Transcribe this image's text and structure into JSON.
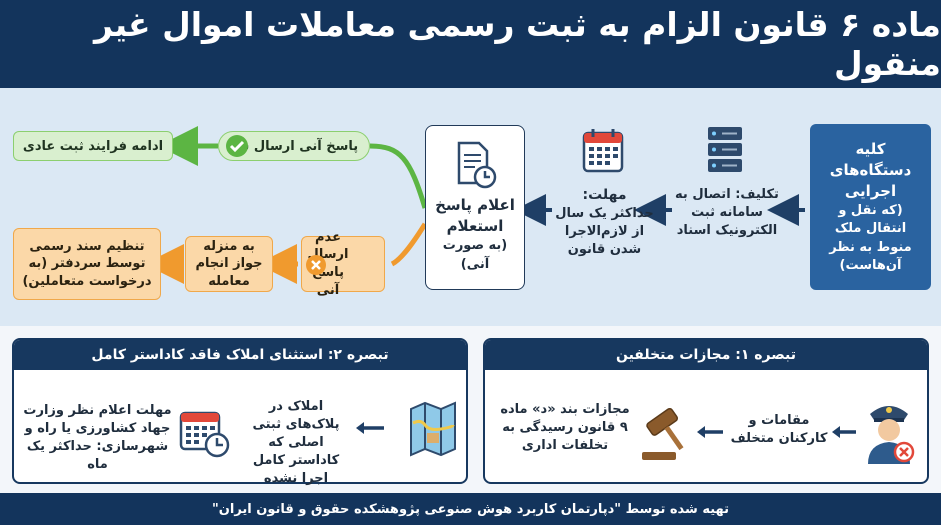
{
  "header": {
    "title": "ماده ۶ قانون الزام به ثبت رسمی معاملات اموال غیر منقول"
  },
  "flow": {
    "agencies": {
      "title": "کلیه دستگاه‌های اجرایی",
      "subtitle": "(که نقل و انتقال ملک منوط به نظر آن‌هاست)"
    },
    "obligation": {
      "label": "تکلیف:",
      "text": "اتصال به سامانه ثبت الکترونیک اسناد"
    },
    "deadline": {
      "label": "مهلت:",
      "text": "حداکثر یک سال از لازم‌الاجرا شدن قانون"
    },
    "inquiry": {
      "title": "اعلام پاسخ استعلام",
      "subtitle": "(به صورت آنی)"
    },
    "instant_reply": "پاسخ آنی ارسال شد",
    "continue_registration": "ادامه فرایند ثبت عادی",
    "no_reply": "عدم ارسال پاسخ آنی",
    "as_permit": "به منزله جواز انجام معامله",
    "draw_document": "تنظیم سند رسمی توسط سردفتر (به درخواست متعاملین)"
  },
  "note1": {
    "title": "تبصره ۱: مجازات متخلفین",
    "officials": "مقامات و کارکنان متخلف",
    "penalty": "مجازات بند «د» ماده ۹ قانون رسیدگی به تخلفات اداری"
  },
  "note2": {
    "title": "تبصره ۲: استثنای املاک فاقد کاداستر کامل",
    "properties": "املاک در پلاک‌های ثبتی اصلی که کاداستر کامل اجرا نشده",
    "deadline": "مهلت اعلام نظر وزارت جهاد کشاورزی یا راه و شهرسازی: حداکثر یک ماه"
  },
  "footer": {
    "text": "تهیه شده توسط \"دپارتمان کاربرد هوش صنوعی پژوهشکده حقوق و قانون ایران\""
  },
  "colors": {
    "navy": "#13345c",
    "blue": "#2a63a0",
    "green": "#5cb543",
    "orange": "#f09a2e",
    "band": "#dbe8f4"
  },
  "icons": [
    "document-clock-icon",
    "calendar-icon",
    "server-icon",
    "checkmark-icon",
    "cross-icon",
    "gavel-icon",
    "police-officer-icon",
    "map-icon",
    "calendar-clock-icon"
  ]
}
